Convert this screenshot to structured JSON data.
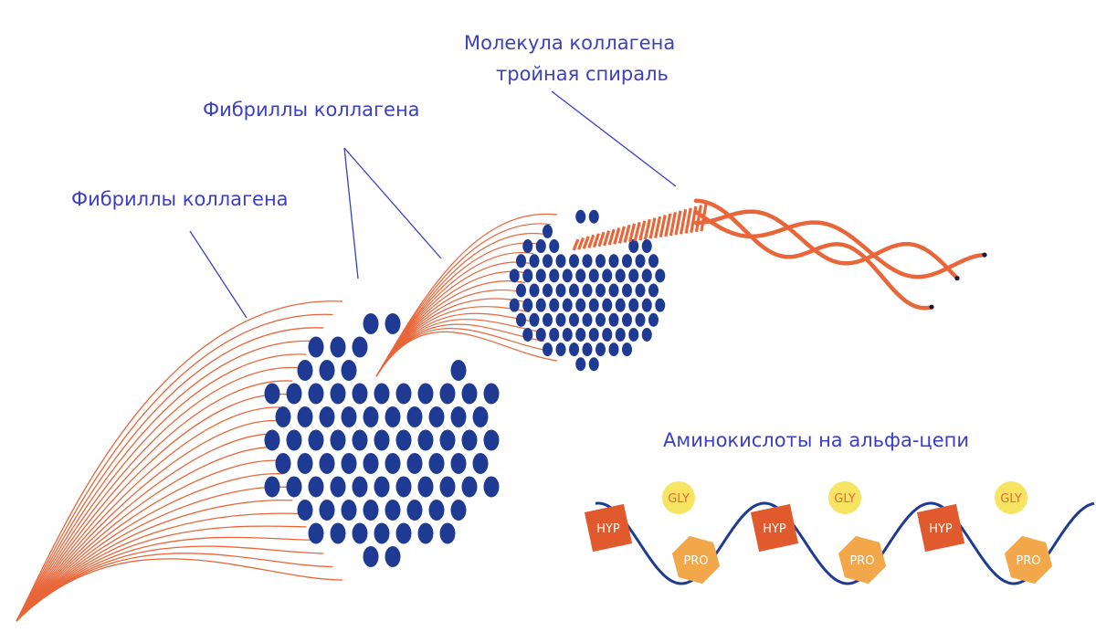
{
  "labels": {
    "molecule_line1": "Молекула коллагена",
    "molecule_line2": "тройная спираль",
    "fibrils_upper": "Фибриллы коллагена",
    "fibrils_left": "Фибриллы коллагена",
    "amino_title": "Аминокислоты на альфа-цепи"
  },
  "amino_acids": {
    "gly": "GLY",
    "hyp": "HYP",
    "pro": "PRO"
  },
  "colors": {
    "label": "#3a3fc4",
    "dots": "#1f3a93",
    "fiber": "#e8663a",
    "chain": "#1f3a93",
    "gly": "#f7e463",
    "gly_text": "#e8663a",
    "hyp": "#e15a2e",
    "pro": "#f2a74a"
  }
}
